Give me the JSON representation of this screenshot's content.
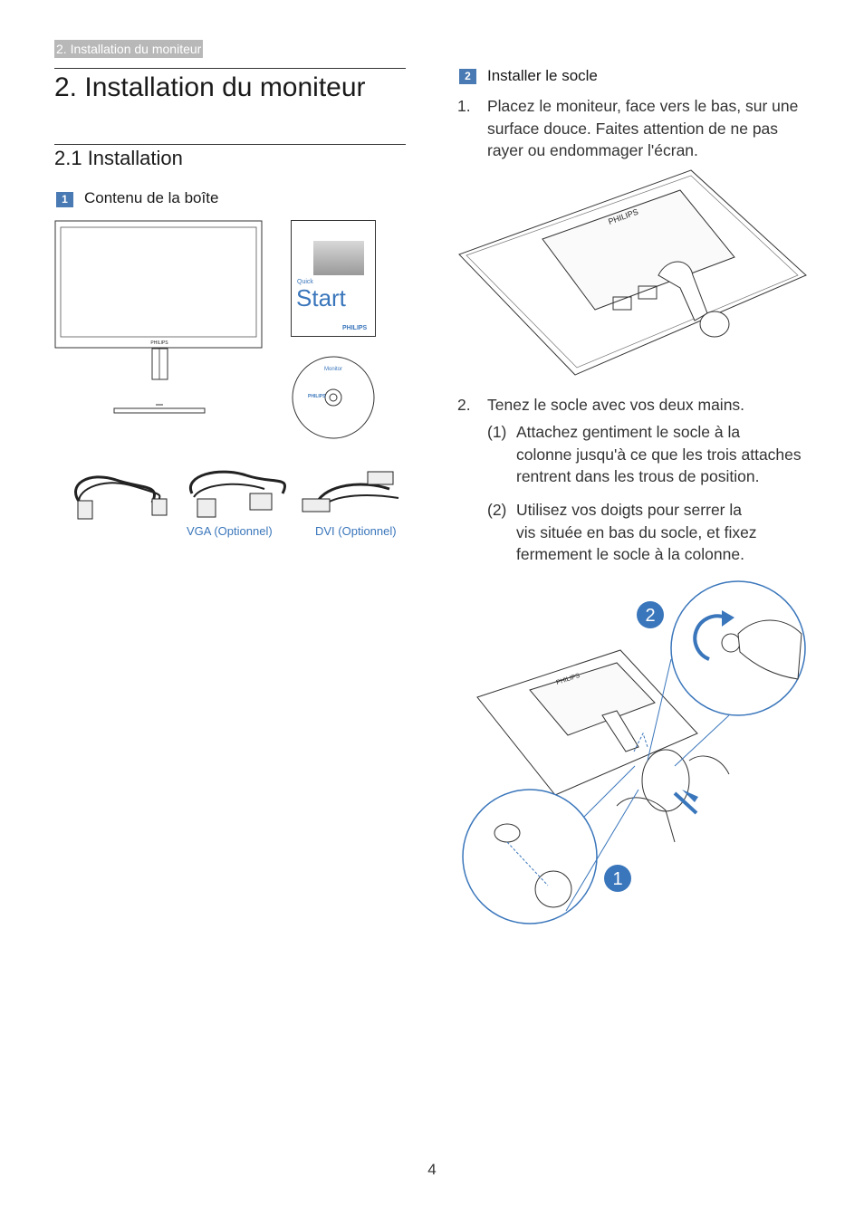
{
  "header": {
    "section_tag": "2. Installation du moniteur"
  },
  "chapter": {
    "title": "2.  Installation du moniteur"
  },
  "section": {
    "title": "2.1  Installation"
  },
  "step1": {
    "badge": "1",
    "title": "Contenu de la boîte",
    "quick_start": {
      "brand": "PHILIPS",
      "small_label": "Quick",
      "big_label": "Start"
    },
    "cd_brand": "PHILIPS",
    "cd_title": "Monitor",
    "monitor_brand": "PHILIPS",
    "captions": {
      "vga": "VGA (Optionnel)",
      "dvi": "DVI (Optionnel)"
    }
  },
  "step2": {
    "badge": "2",
    "title": "Installer le socle",
    "items": [
      {
        "num": "1.",
        "lines": [
          "Placez le moniteur, face vers le bas, sur une",
          "surface douce. Faites attention de ne pas",
          "rayer ou endommager l'écran."
        ]
      },
      {
        "num": "2.",
        "lines": [
          "Tenez le socle avec vos deux mains."
        ]
      }
    ],
    "subitems": [
      {
        "num": "(1)",
        "lines": [
          "Attachez gentiment le socle à la",
          "colonne jusqu'à ce que les trois attaches",
          "rentrent dans les trous de position."
        ]
      },
      {
        "num": "(2)",
        "lines": [
          "Utilisez vos doigts pour serrer la",
          "vis située en bas du socle, et fixez",
          "fermement le socle à la colonne."
        ]
      }
    ],
    "monitor_brand": "PHILIPS",
    "callouts": [
      "1",
      "2"
    ]
  },
  "footer": {
    "page_number": "4"
  },
  "colors": {
    "accent": "#3a76bb",
    "badge": "#4a7ab3",
    "tag_bg": "#b8b8b8"
  }
}
